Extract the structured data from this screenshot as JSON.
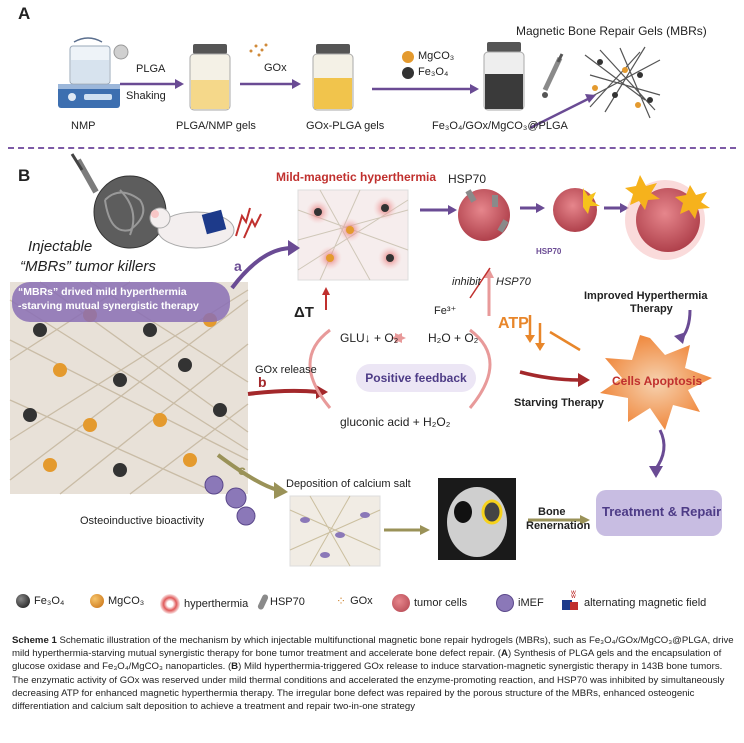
{
  "panel_a": {
    "letter": "A",
    "nmp": "NMP",
    "plga": "PLGA",
    "shaking": "Shaking",
    "plga_gels": "PLGA/NMP gels",
    "gox": "GOx",
    "gox_gels": "GOx-PLGA gels",
    "mgco3": "MgCO₃",
    "fe3o4": "Fe₃O₄",
    "final_gel": "Fe₃O₄/GOx/MgCO₃@PLGA",
    "mbrs_title": "Magnetic Bone Repair Gels (MBRs)"
  },
  "panel_b": {
    "letter": "B",
    "injectable_line1": "Injectable",
    "injectable_line2": "“MBRs” tumor killers",
    "banner_line1": "“MBRs” drived mild hyperthermia",
    "banner_line2": "-starving mutual synergistic therapy",
    "mild_hyperthermia": "Mild-magnetic hyperthermia",
    "hsp70": "HSP70",
    "hsp70_small": "HSP70",
    "inhibit": "inhibit",
    "hsp70_inhibited": "HSP70",
    "path_a": "a",
    "path_b": "b",
    "path_c": "c",
    "delta_t": "ΔT",
    "fe3plus": "Fe³⁺",
    "glu_eq": "GLU↓ +  O₂",
    "h2o_eq": "H₂O + O₂",
    "atp": "ATP",
    "gox_release": "GOx release",
    "positive_feedback": "Positive feedback",
    "gluconic": "gluconic acid + H₂O₂",
    "starving": "Starving Therapy",
    "improved_line1": "Improved Hyperthermia",
    "improved_line2": "Therapy",
    "cells_apoptosis": "Cells Apoptosis",
    "deposition": "Deposition of calcium salt",
    "osteo": "Osteoinductive bioactivity",
    "bone_line1": "Bone",
    "bone_line2": "Renernation",
    "treatment": "Treatment & Repair"
  },
  "legend": {
    "fe3o4": "Fe₃O₄",
    "mgco3": "MgCO₃",
    "hyperthermia": "hyperthermia",
    "hsp70": "HSP70",
    "gox": "GOx",
    "tumor": "tumor cells",
    "imef": "iMEF",
    "amf": "alternating magnetic field"
  },
  "caption": {
    "scheme": "Scheme 1",
    "text1": " Schematic illustration of the mechanism by which injectable multifunctional magnetic bone repair hydrogels (MBRs), such as Fe₃O₄/GOx/MgCO₃@PLGA, drive mild hyperthermia-starving mutual synergistic therapy for bone tumor treatment and accelerate bone defect repair. (",
    "a": "A",
    "text2": ") Synthesis of PLGA gels and the encapsulation of glucose oxidase and Fe₃O₄/MgCO₃ nanoparticles. (",
    "b": "B",
    "text3": ") Mild hyperthermia-triggered GOx release to induce starvation-magnetic synergistic therapy in 143B bone tumors. The enzymatic activity of GOx was reserved under mild thermal conditions and accelerated the enzyme-promoting reaction, and HSP70 was inhibited by simultaneously decreasing ATP for enhanced magnetic hyperthermia therapy. The irregular bone defect was repaired by the porous structure of the MBRs, enhanced osteogenic differentiation and calcium salt deposition to achieve a treatment and repair two-in-one strategy"
  },
  "colors": {
    "purple_arrow": "#6a4b94",
    "red_arrow": "#a3282b",
    "olive_arrow": "#9a9258",
    "orange": "#e8862a",
    "mild_red": "#c0302e"
  }
}
